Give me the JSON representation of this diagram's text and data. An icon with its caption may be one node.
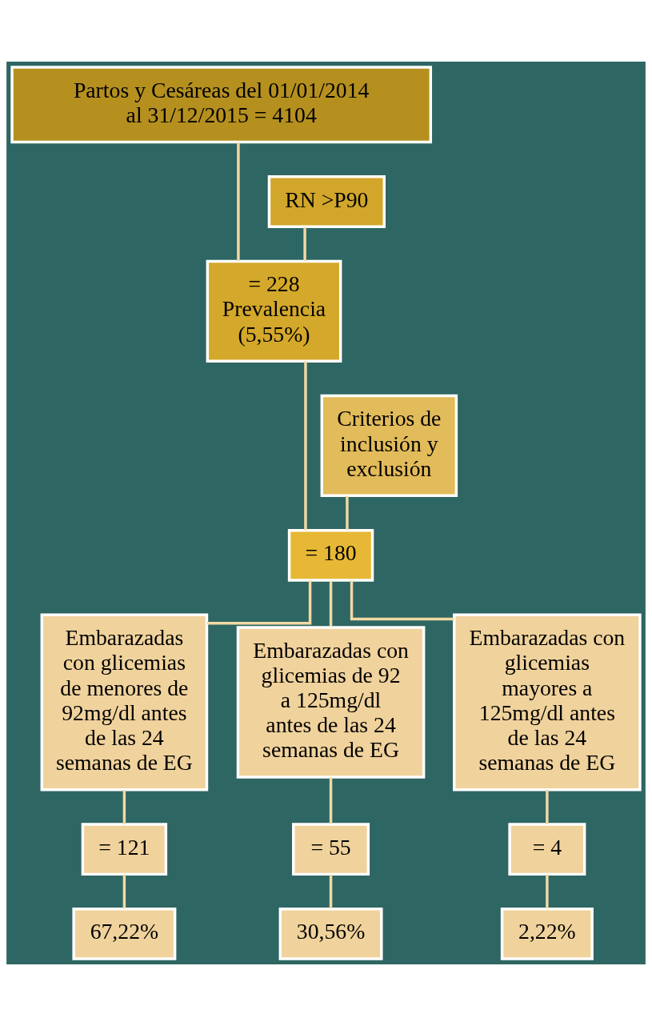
{
  "diagram": {
    "nodes": [
      {
        "text": [
          "Partos y Cesáreas del 01/01/2014 al 31/12/2015 = 4104"
        ]
      },
      {
        "text": [
          "RN >P90"
        ]
      },
      {
        "text": [
          "= 228 Prevalencia (5,55%)"
        ]
      },
      {
        "text": [
          "Criterios de inclusión y exclusión"
        ]
      },
      {
        "text": [
          "= 180"
        ]
      },
      {
        "text": [
          "Embarazadas con glicemias de menores de 92mg/dl antes de las 24 semanas de EG"
        ]
      },
      {
        "text": [
          "Embarazadas con glicemias de 92 a 125mg/dl antes de las 24 semanas de EG"
        ]
      },
      {
        "text": [
          "Embarazadas con glicemias mayores a 125mg/dl antes de las 24 semanas de EG"
        ]
      },
      {
        "text": [
          "= 121"
        ]
      },
      {
        "text": [
          "= 55"
        ]
      },
      {
        "text": [
          "= 4"
        ]
      },
      {
        "text": [
          "67,22%"
        ]
      },
      {
        "text": [
          "30,56%"
        ]
      },
      {
        "text": [
          "2,22%"
        ]
      }
    ],
    "edges": [
      {
        "from": 0,
        "to": 2,
        "arrow": "none"
      },
      {
        "from": 1,
        "to": 2,
        "arrow": "none"
      },
      {
        "from": 2,
        "to": 4,
        "arrow": "none"
      },
      {
        "from": 3,
        "to": 4,
        "arrow": "none"
      },
      {
        "from": 4,
        "to": 5,
        "arrow": "none"
      },
      {
        "from": 4,
        "to": 6,
        "arrow": "none"
      },
      {
        "from": 4,
        "to": 7,
        "arrow": "none"
      },
      {
        "from": 5,
        "to": 8,
        "arrow": "none"
      },
      {
        "from": 6,
        "to": 9,
        "arrow": "none"
      },
      {
        "from": 7,
        "to": 10,
        "arrow": "none"
      },
      {
        "from": 8,
        "to": 11,
        "arrow": "none"
      },
      {
        "from": 9,
        "to": 12,
        "arrow": "none"
      },
      {
        "from": 10,
        "to": 13,
        "arrow": "none"
      }
    ]
  }
}
